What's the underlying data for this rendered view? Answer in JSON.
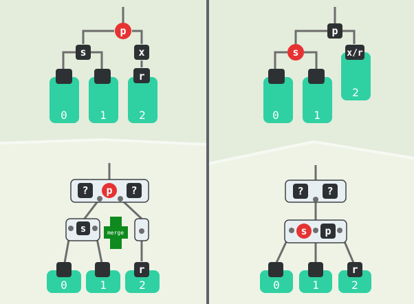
{
  "colors": {
    "background_top": "#e4ecdc",
    "background_bottom": "#eef3e6",
    "divider": "#5d6468",
    "edge": "#6d6d6d",
    "node_dark": "#2e3133",
    "node_red": "#e63232",
    "leaf_teal": "#2fd0a2",
    "leaf_text": "#ffffff",
    "box_fill": "#e8eff3",
    "box_stroke": "#3f4345",
    "merge_green": "#0f8a1e"
  },
  "panels": {
    "top_left": {
      "root_label": "p",
      "inner_left_label": "s",
      "inner_right_label": "x",
      "leaf_key_label": "r",
      "leaves": [
        "0",
        "1",
        "2"
      ]
    },
    "top_right": {
      "root_label": "p",
      "inner_left_label": "s",
      "inner_right_label": "x/r",
      "leaves": [
        "0",
        "1",
        "2"
      ]
    },
    "bottom_left": {
      "top_box": [
        "?",
        "p",
        "?"
      ],
      "left_box": "s",
      "merge_label": "merge",
      "leaf_key_label": "r",
      "leaves": [
        "0",
        "1",
        "2"
      ]
    },
    "bottom_right": {
      "top_box": [
        "?",
        "?"
      ],
      "middle_box": [
        "s",
        "p"
      ],
      "leaf_key_label": "r",
      "leaves": [
        "0",
        "1",
        "2"
      ]
    }
  }
}
